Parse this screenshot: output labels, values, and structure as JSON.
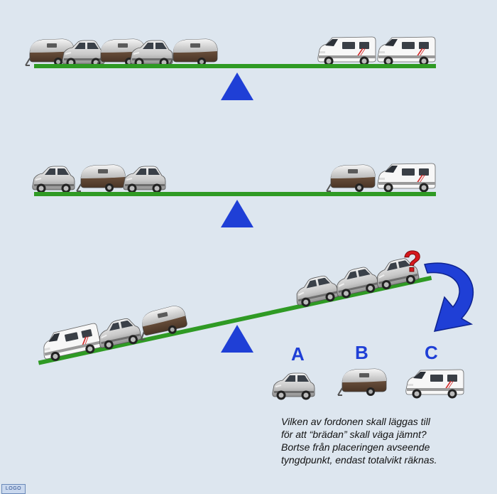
{
  "options": {
    "a": "A",
    "b": "B",
    "c": "C"
  },
  "question_mark": "?",
  "question_text": {
    "line1": "Vilken av fordonen skall läggas till",
    "line2": "för att “brädan” skall väga jämnt?",
    "line3": "Bortse från placeringen avseende",
    "line4": "tyngdpunkt, endast totalvikt räknas."
  },
  "icons": {
    "vehicle_car": "small-car-icon",
    "vehicle_caravan": "caravan-icon",
    "vehicle_motorhome": "motorhome-icon",
    "pivot": "fulcrum-triangle-icon",
    "arrow": "curved-arrow-icon"
  },
  "colors": {
    "background": "#dde6ef",
    "plank": "#2f9a24",
    "fulcrum": "#1f3fd6",
    "option_letters": "#1f3fd6",
    "question_mark": "#d6181e",
    "arrow": "#1f3fd6"
  },
  "logo_text": "LOGO"
}
